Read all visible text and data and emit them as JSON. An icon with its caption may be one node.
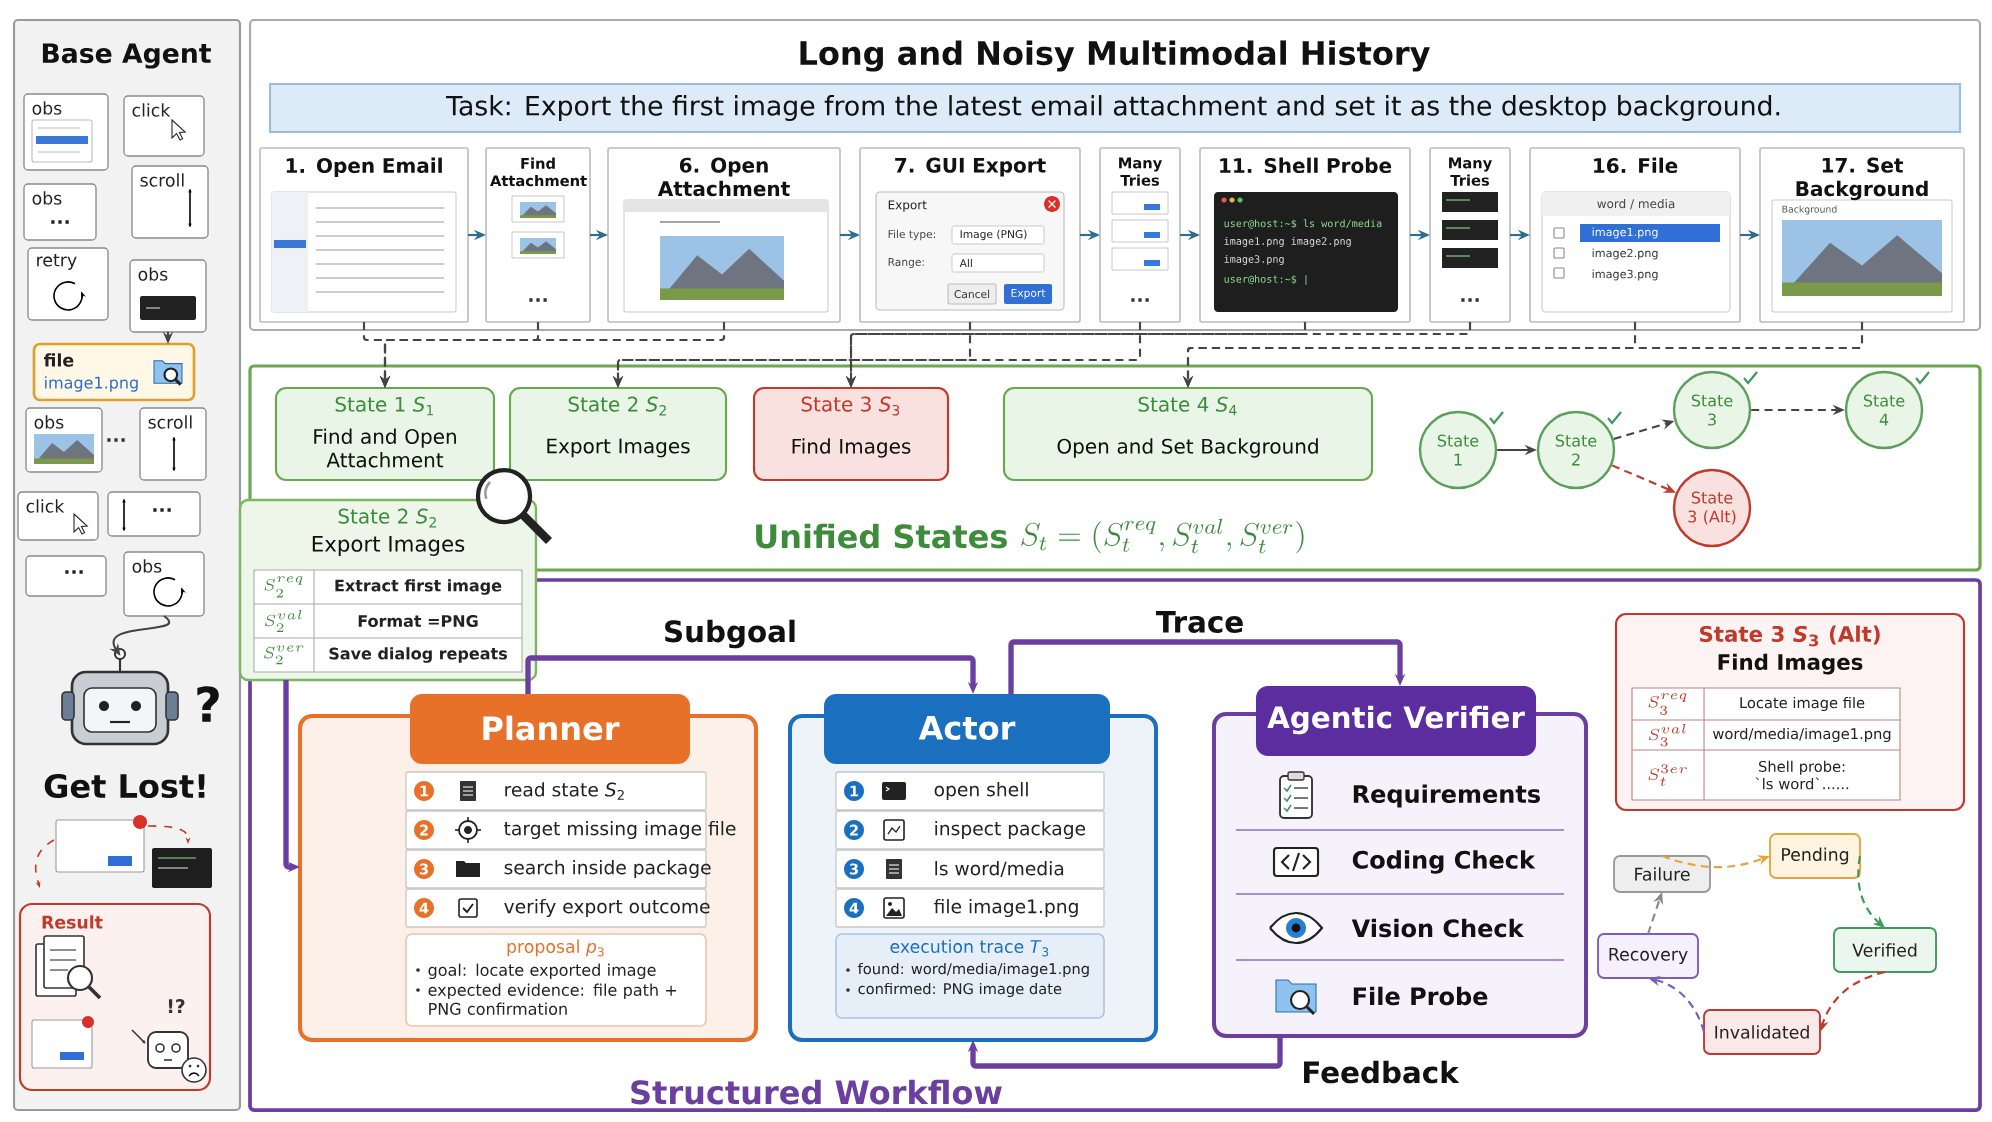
{
  "diagram": {
    "nodes": [
      {
        "text": [
          "Base Agent",
          "Get Lost!"
        ]
      },
      {
        "text": [
          "obs"
        ],
        "in": 0
      },
      {
        "text": [
          "click"
        ],
        "in": 0
      },
      {
        "text": [
          "scroll"
        ],
        "in": 0
      },
      {
        "text": [
          "obs",
          "..."
        ],
        "in": 0
      },
      {
        "text": [
          "retry"
        ],
        "in": 0
      },
      {
        "text": [
          "obs"
        ],
        "in": 0
      },
      {
        "text": [
          "file",
          "image1.png"
        ],
        "in": 0
      },
      {
        "text": [
          "obs"
        ],
        "in": 0
      },
      {
        "text": [
          "scroll"
        ],
        "in": 0
      },
      {
        "text": [
          "click"
        ],
        "in": 0
      },
      {
        "text": [
          "..."
        ],
        "in": 0
      },
      {
        "text": [
          "obs"
        ],
        "in": 0
      },
      {
        "text": [
          "..."
        ],
        "in": 0
      },
      {
        "text": [],
        "shape": "picture",
        "in": 0
      },
      {
        "text": [
          "Result"
        ],
        "in": 0
      },
      {
        "text": [
          "Long and Noisy Multimodal History"
        ]
      },
      {
        "text": [
          "Task: Export the first image from the latest email attachment and set it as the desktop background."
        ],
        "in": 16
      },
      {
        "text": [
          "1. Open Email"
        ],
        "in": 16
      },
      {
        "text": [
          "Find Attachment"
        ],
        "in": 16
      },
      {
        "text": [
          "6. Open Attachment"
        ],
        "in": 16
      },
      {
        "text": [
          "7. GUI Export"
        ],
        "in": 16
      },
      {
        "text": [
          "Many Tries"
        ],
        "in": 16
      },
      {
        "text": [
          "11. Shell Probe"
        ],
        "in": 16
      },
      {
        "text": [
          "Many Tries"
        ],
        "in": 16
      },
      {
        "text": [
          "16. File"
        ],
        "in": 16
      },
      {
        "text": [
          "17. Set Background"
        ],
        "in": 16
      },
      {
        "text": [
          "Unified States",
          "S_t = (S_t^{req}, S_t^{val}, S_t^{ver})"
        ]
      },
      {
        "text": [
          "State 1 *S*$_{1}$",
          "Find and Open Attachment"
        ],
        "in": 27
      },
      {
        "text": [
          "State 2 *S*$_{2}$",
          "Export Images"
        ],
        "in": 27
      },
      {
        "text": [
          "State 3 *S*$_{3}$",
          "Find Images"
        ],
        "in": 27
      },
      {
        "text": [
          "State 4 *S*$_{4}$",
          "Open and Set Background"
        ],
        "in": 27
      },
      {
        "text": [
          "State 1"
        ],
        "in": 27
      },
      {
        "text": [
          "State 2"
        ],
        "in": 27
      },
      {
        "text": [
          "State 3"
        ],
        "in": 27
      },
      {
        "text": [
          "State 4"
        ],
        "in": 27
      },
      {
        "text": [
          "State 3 (Alt)"
        ],
        "in": 27
      },
      {
        "text": [
          "State 2 *S*$_{2}$",
          "Export Images"
        ]
      },
      {
        "text": [
          "Structured Workflow"
        ]
      },
      {
        "text": [
          "Planner"
        ],
        "in": 38
      },
      {
        "text": [
          "1",
          "read state *S*$_{2}$"
        ],
        "in": 39
      },
      {
        "text": [
          "2",
          "target missing image file"
        ],
        "in": 39
      },
      {
        "text": [
          "3",
          "search inside package"
        ],
        "in": 39
      },
      {
        "text": [
          "4",
          "verify export outcome"
        ],
        "in": 39
      },
      {
        "text": [
          "proposal *p*$_{3}$",
          "goal: locate exported image",
          "expected evidence: file path + PNG confirmation"
        ],
        "in": 39
      },
      {
        "text": [
          "Actor"
        ],
        "in": 38
      },
      {
        "text": [
          "1",
          "open shell"
        ],
        "in": 45
      },
      {
        "text": [
          "2",
          "inspect package"
        ],
        "in": 45
      },
      {
        "text": [
          "3",
          "ls word/media"
        ],
        "in": 45
      },
      {
        "text": [
          "4",
          "file image1.png"
        ],
        "in": 45
      },
      {
        "text": [
          "execution trace *T*$_{3}$",
          "found: word/media/image1.png",
          "confirmed: PNG image date"
        ],
        "in": 45
      },
      {
        "text": [
          "Agentic Verifier",
          "Requirements",
          "Coding Check",
          "Vision Check",
          "File Probe"
        ],
        "in": 38
      },
      {
        "text": [
          "State 3 *S*$_{3}$ (Alt)",
          "Find Images"
        ],
        "in": 38
      },
      {
        "text": [
          "Failure"
        ],
        "in": 38
      },
      {
        "text": [
          "Pending"
        ],
        "in": 38
      },
      {
        "text": [
          "Verified"
        ],
        "in": 38
      },
      {
        "text": [
          "Invalidated"
        ],
        "in": 38
      },
      {
        "text": [
          "Recovery"
        ],
        "in": 38
      }
    ],
    "edges": [
      {
        "from": 18,
        "to": 19,
        "arrow": "to",
        "color": "#2c6e8f"
      },
      {
        "from": 19,
        "to": 20,
        "arrow": "to",
        "color": "#2c6e8f"
      },
      {
        "from": 20,
        "to": 21,
        "arrow": "to",
        "color": "#2c6e8f"
      },
      {
        "from": 21,
        "to": 22,
        "arrow": "to",
        "color": "#2c6e8f"
      },
      {
        "from": 22,
        "to": 23,
        "arrow": "to",
        "color": "#2c6e8f"
      },
      {
        "from": 23,
        "to": 24,
        "arrow": "to",
        "color": "#2c6e8f"
      },
      {
        "from": 24,
        "to": 25,
        "arrow": "to",
        "color": "#2c6e8f"
      },
      {
        "from": 25,
        "to": 26,
        "arrow": "to",
        "color": "#2c6e8f"
      },
      {
        "from": 18,
        "to": 28,
        "arrow": "to",
        "style": "dashed"
      },
      {
        "from": 19,
        "to": 28,
        "arrow": "to",
        "style": "dashed"
      },
      {
        "from": 20,
        "to": 28,
        "arrow": "to",
        "style": "dashed"
      },
      {
        "from": 21,
        "to": 29,
        "arrow": "to",
        "style": "dashed"
      },
      {
        "from": 22,
        "to": 29,
        "arrow": "to",
        "style": "dashed"
      },
      {
        "from": 23,
        "to": 30,
        "arrow": "to",
        "style": "dashed"
      },
      {
        "from": 24,
        "to": 30,
        "arrow": "to",
        "style": "dashed"
      },
      {
        "from": 25,
        "to": 31,
        "arrow": "to",
        "style": "dashed"
      },
      {
        "from": 26,
        "to": 31,
        "arrow": "to",
        "style": "dashed"
      },
      {
        "from": 32,
        "to": 33,
        "arrow": "to"
      },
      {
        "from": 33,
        "to": 34,
        "arrow": "to",
        "style": "dashed"
      },
      {
        "from": 34,
        "to": 35,
        "arrow": "to",
        "style": "dashed"
      },
      {
        "from": 33,
        "to": 36,
        "arrow": "to",
        "style": "dashed",
        "color": "#c0392b"
      },
      {
        "from": 37,
        "to": 39,
        "arrow": "to",
        "style": "thick",
        "color": "#6b3fa0"
      },
      {
        "from": 39,
        "to": 45,
        "arrow": "to",
        "label": "Subgoal",
        "style": "thick",
        "color": "#6b3fa0"
      },
      {
        "from": 45,
        "to": 51,
        "arrow": "to",
        "label": "Trace",
        "style": "thick",
        "color": "#6b3fa0"
      },
      {
        "from": 51,
        "to": 45,
        "arrow": "to",
        "label": "Feedback",
        "style": "thick",
        "color": "#6b3fa0"
      },
      {
        "from": 53,
        "to": 54,
        "arrow": "to",
        "style": "dashed",
        "color": "#e8a33a"
      },
      {
        "from": 54,
        "to": 55,
        "arrow": "to",
        "style": "dashed",
        "color": "#3d9a5a"
      },
      {
        "from": 55,
        "to": 56,
        "arrow": "to",
        "style": "dashed",
        "color": "#c0392b"
      },
      {
        "from": 56,
        "to": 57,
        "arrow": "to",
        "style": "dashed",
        "color": "#7b5cc0"
      },
      {
        "from": 57,
        "to": 53,
        "arrow": "to",
        "style": "dashed",
        "color": "#888888"
      },
      {
        "from": 6,
        "to": 7,
        "arrow": "to"
      },
      {
        "from": 12,
        "to": 14,
        "arrow": "to"
      }
    ],
    "labels": [
      "...",
      "?",
      "!?",
      "...",
      "Export",
      "File type:",
      "Image (PNG)",
      "Range:",
      "All",
      "Cancel",
      "Export",
      "...",
      "user@host:~$ ls word/media",
      "image1.png image2.png",
      "image3.png",
      "user@host:~$ |",
      "...",
      "word / media",
      "image1.png",
      "image2.png",
      "image3.png",
      "Background",
      "S_2^{req}",
      "Extract first image",
      "S_2^{val}",
      "Format =PNG",
      "S_2^{ver}",
      "Save dialog repeats",
      "S_3^{req}",
      "Locate image file",
      "S_3^{val}",
      "word/media/image1.png",
      "S_t^{3er}",
      "Shell probe: `ls word`......"
    ]
  }
}
